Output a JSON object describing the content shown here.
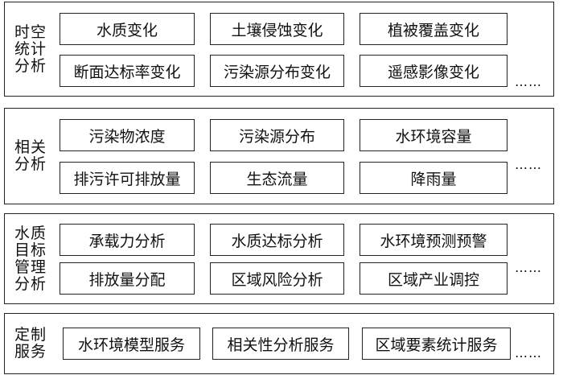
{
  "panels": [
    {
      "label": "时空统计分析",
      "label_lines": [
        "时空",
        "统计",
        "分析"
      ],
      "items": [
        "水质变化",
        "土壤侵蚀变化",
        "植被覆盖变化",
        "断面达标率变化",
        "污染源分布变化",
        "遥感影像变化"
      ],
      "more": "……"
    },
    {
      "label": "相关分析",
      "label_lines": [
        "相关",
        "分析"
      ],
      "items": [
        "污染物浓度",
        "污染源分布",
        "水环境容量",
        "排污许可排放量",
        "生态流量",
        "降雨量"
      ],
      "more": "……"
    },
    {
      "label": "水质目标管理分析",
      "label_lines": [
        "水质",
        "目标",
        "管理",
        "分析"
      ],
      "items": [
        "承载力分析",
        "水质达标分析",
        "水环境预测预警",
        "排放量分配",
        "区域风险分析",
        "区域产业调控"
      ],
      "more": "……"
    },
    {
      "label": "定制服务",
      "label_lines": [
        "定制",
        "服务"
      ],
      "items": [
        "水环境模型服务",
        "相关性分析服务",
        "区域要素统计服务"
      ],
      "more": "……"
    }
  ]
}
